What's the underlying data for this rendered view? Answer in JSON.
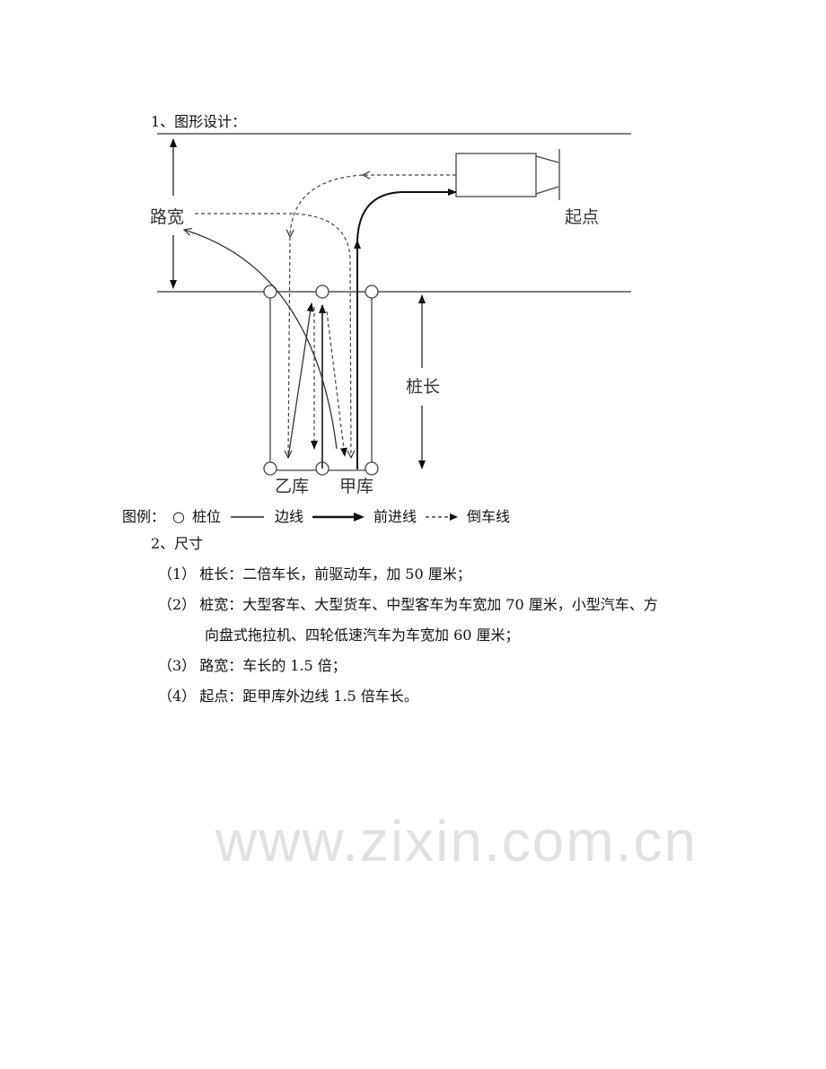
{
  "section1_title": "1、图形设计：",
  "diagram": {
    "road_width_label": "路宽",
    "start_label": "起点",
    "pile_length_label": "桩长",
    "garage_b_label": "乙库",
    "garage_a_label": "甲库"
  },
  "legend": {
    "prefix": "图例：",
    "pile_symbol": "○",
    "pile_label": "桩位",
    "edge_label": "边线",
    "forward_label": "前进线",
    "reverse_label": "倒车线"
  },
  "watermark": "www.zixin.com.cn",
  "section2_title": "2、尺寸",
  "items": [
    {
      "num": "（1）",
      "text": "桩长：二倍车长，前驱动车，加 50 厘米；"
    },
    {
      "num": "（2）",
      "text": "桩宽：大型客车、大型货车、中型客车为车宽加 70 厘米，小型汽车、方",
      "cont": "向盘式拖拉机、四轮低速汽车为车宽加 60 厘米；"
    },
    {
      "num": "（3）",
      "text": "路宽：车长的 1.5 倍；"
    },
    {
      "num": "（4）",
      "text": "起点：距甲库外边线 1.5 倍车长。"
    }
  ]
}
